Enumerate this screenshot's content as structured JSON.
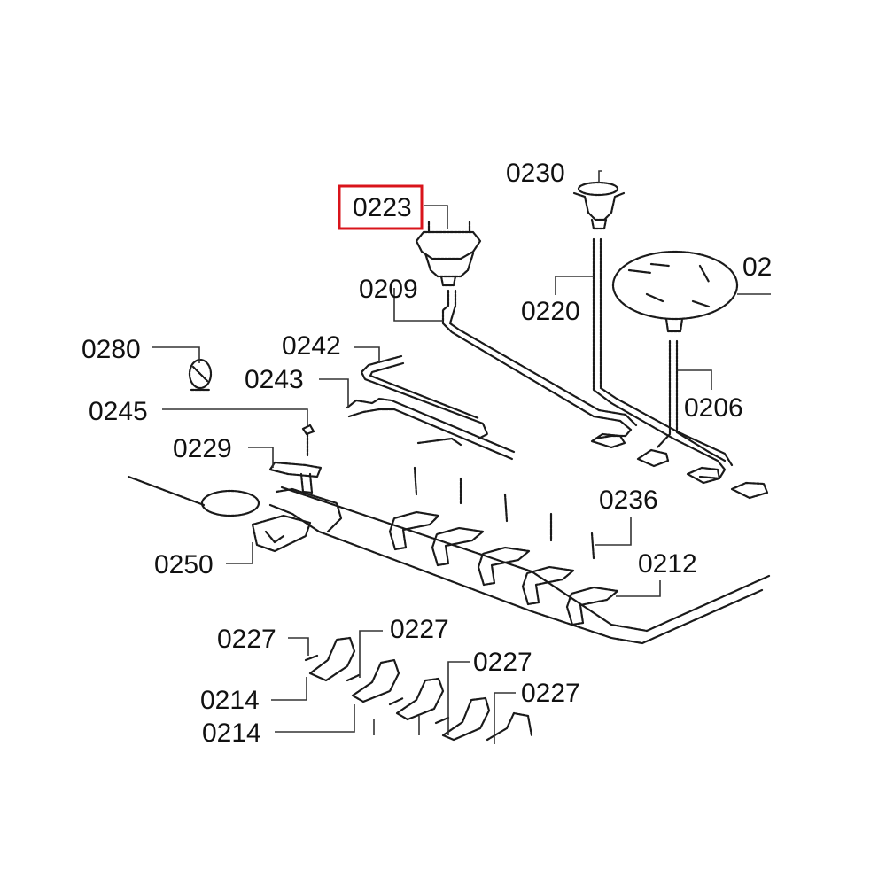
{
  "diagram": {
    "highlight_color": "#d9141b",
    "highlighted_part": "0223",
    "labels": [
      {
        "id": "l0223",
        "text": "0223",
        "highlighted": true
      },
      {
        "id": "l0230",
        "text": "0230"
      },
      {
        "id": "l0209",
        "text": "0209"
      },
      {
        "id": "l0220",
        "text": "0220"
      },
      {
        "id": "l02",
        "text": "02"
      },
      {
        "id": "l0280",
        "text": "0280"
      },
      {
        "id": "l0242",
        "text": "0242"
      },
      {
        "id": "l0243",
        "text": "0243"
      },
      {
        "id": "l0206",
        "text": "0206"
      },
      {
        "id": "l0245",
        "text": "0245"
      },
      {
        "id": "l0229",
        "text": "0229"
      },
      {
        "id": "l0236",
        "text": "0236"
      },
      {
        "id": "l0250",
        "text": "0250"
      },
      {
        "id": "l0212",
        "text": "0212"
      },
      {
        "id": "l0227a",
        "text": "0227"
      },
      {
        "id": "l0227b",
        "text": "0227"
      },
      {
        "id": "l0227c",
        "text": "0227"
      },
      {
        "id": "l0227d",
        "text": "0227"
      },
      {
        "id": "l0214a",
        "text": "0214"
      },
      {
        "id": "l0214b",
        "text": "0214"
      }
    ]
  }
}
